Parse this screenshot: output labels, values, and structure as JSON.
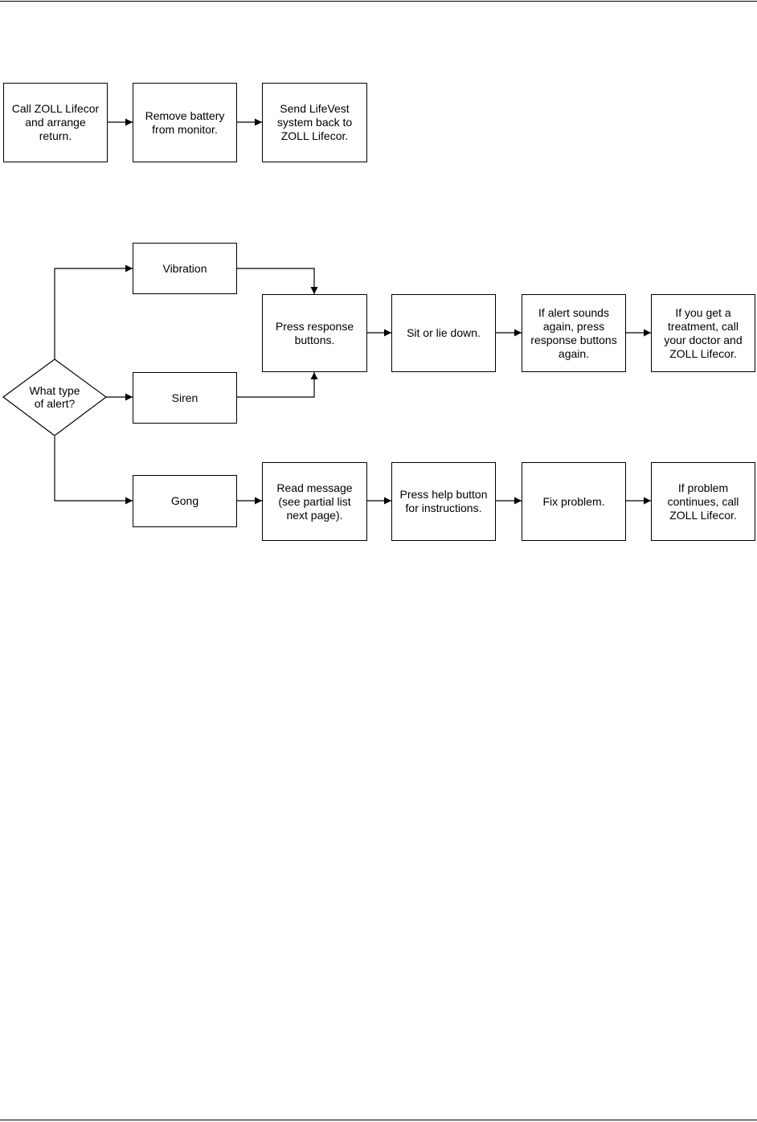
{
  "return_flow": {
    "steps": [
      "Call ZOLL Lifecor\nand arrange\nreturn.",
      "Remove battery\nfrom monitor.",
      "Send LifeVest\nsystem back to\nZOLL Lifecor."
    ]
  },
  "alert_flow": {
    "decision": "What type\nof alert?",
    "alerts": {
      "vibration": "Vibration",
      "siren": "Siren",
      "gong": "Gong"
    },
    "response_path": [
      "Press response\nbuttons.",
      "Sit or lie down.",
      "If alert sounds\nagain, press\nresponse buttons\nagain.",
      "If you get a\ntreatment, call\nyour doctor and\nZOLL Lifecor."
    ],
    "gong_path": [
      "Read message\n(see partial list\nnext page).",
      "Press help button\nfor instructions.",
      "Fix problem.",
      "If problem\ncontinues, call\nZOLL Lifecor."
    ]
  }
}
